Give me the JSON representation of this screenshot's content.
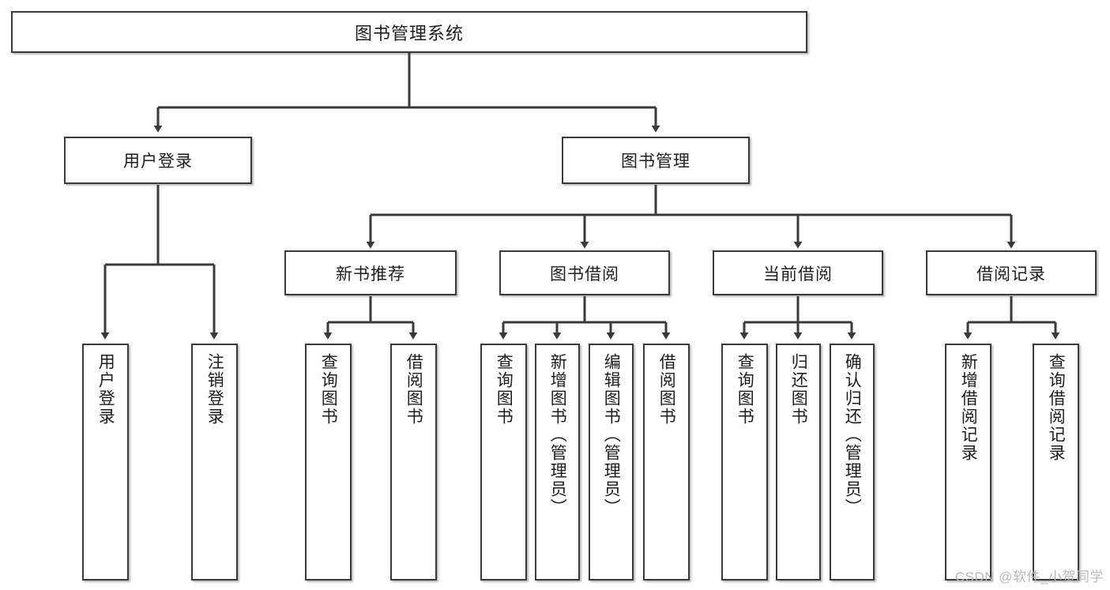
{
  "diagram": {
    "type": "hierarchy-tree",
    "title": "图书管理系统",
    "colors": {
      "background": "#ffffff",
      "box_border": "#3a3a3a",
      "box_fill": "#ffffff",
      "connector": "#3a3a3a",
      "text": "#1d1d1d",
      "watermark": "#b9b9b9"
    },
    "root": {
      "label": "图书管理系统"
    },
    "level2": [
      {
        "label": "用户登录"
      },
      {
        "label": "图书管理"
      }
    ],
    "level3": [
      {
        "label": "新书推荐"
      },
      {
        "label": "图书借阅"
      },
      {
        "label": "当前借阅"
      },
      {
        "label": "借阅记录"
      }
    ],
    "leaves": {
      "user_login": [
        {
          "label": "用户登录"
        },
        {
          "label": "注销登录"
        }
      ],
      "new_book_recommend": [
        {
          "label": "查询图书"
        },
        {
          "label": "借阅图书"
        }
      ],
      "book_borrow": [
        {
          "label": "查询图书"
        },
        {
          "label": "新增图书（管理员）"
        },
        {
          "label": "编辑图书（管理员）"
        },
        {
          "label": "借阅图书"
        }
      ],
      "current_borrow": [
        {
          "label": "查询图书"
        },
        {
          "label": "归还图书"
        },
        {
          "label": "确认归还（管理员）"
        }
      ],
      "borrow_record": [
        {
          "label": "新增借阅记录"
        },
        {
          "label": "查询借阅记录"
        }
      ]
    }
  },
  "watermark": {
    "text": "CSDN @软件_小贺同学"
  }
}
